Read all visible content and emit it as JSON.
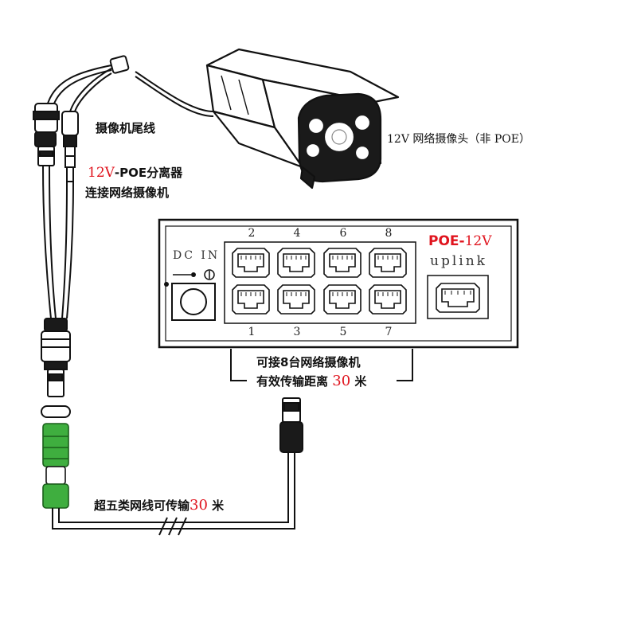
{
  "labels": {
    "tail_cable": "摄像机尾线",
    "camera_caption": "12V 网络摄像头（非 POE）",
    "splitter_prefix": "12V",
    "splitter_suffix": "-POE分离器",
    "splitter_line2": "连接网络摄像机",
    "dc_in": "DC IN",
    "poe_prefix": "POE-",
    "poe_voltage": "12V",
    "uplink": "uplink",
    "switch_line1": "可接8台网络摄像机",
    "switch_line2_prefix": "有效传输距离",
    "switch_line2_distance": "30",
    "switch_line2_unit": "米",
    "cable_prefix": "超五类网线可传输",
    "cable_distance": "30",
    "cable_unit": "米"
  },
  "switch_ports": {
    "top_row": [
      "2",
      "4",
      "6",
      "8"
    ],
    "bottom_row": [
      "1",
      "3",
      "5",
      "7"
    ]
  },
  "colors": {
    "accent_red": "#e0141e",
    "connector_green": "#3fae3f",
    "line": "#111111"
  },
  "icons": [
    "camera-icon",
    "poe-switch-icon",
    "rj45-connector-icon",
    "dc-jack-icon",
    "splitter-cable-icon"
  ]
}
